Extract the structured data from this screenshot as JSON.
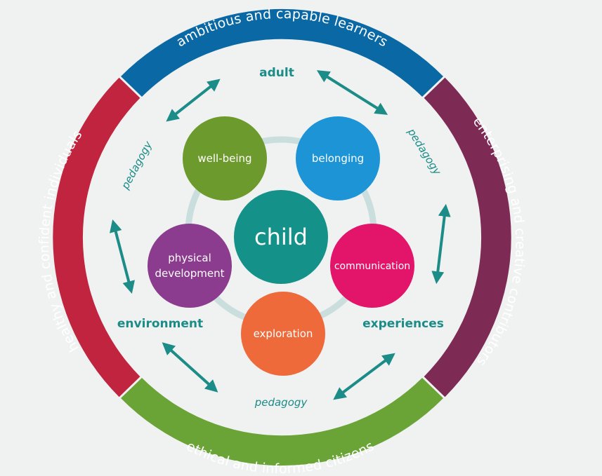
{
  "colors": {
    "background": "#f0f1f1",
    "ring_top": "#0a69a5",
    "ring_right": "#7d2a55",
    "ring_bottom": "#6aa336",
    "ring_left": "#c0243f",
    "teal": "#1b8c87",
    "inner_circle": "#c9dedd"
  },
  "outer_ring": {
    "top": "ambitious and capable learners",
    "right": "enterprising and creative contributors",
    "bottom": "ethical and informed citizens",
    "left": "healthy and confident individuals"
  },
  "middle": {
    "adult": "adult",
    "environment": "environment",
    "experiences": "experiences",
    "pedagogy_left": "pedagogy",
    "pedagogy_right": "pedagogy",
    "pedagogy_bottom": "pedagogy"
  },
  "center": {
    "label": "child",
    "color": "#149188"
  },
  "nodes": [
    {
      "id": "well-being",
      "lines": [
        "well-being"
      ],
      "color": "#6d9a2c"
    },
    {
      "id": "belonging",
      "lines": [
        "belonging"
      ],
      "color": "#1d94d5"
    },
    {
      "id": "communication",
      "lines": [
        "communication"
      ],
      "color": "#e3156b"
    },
    {
      "id": "exploration",
      "lines": [
        "exploration"
      ],
      "color": "#ee6a3b"
    },
    {
      "id": "physical-development",
      "lines": [
        "physical",
        "development"
      ],
      "color": "#8c3c8f"
    }
  ]
}
